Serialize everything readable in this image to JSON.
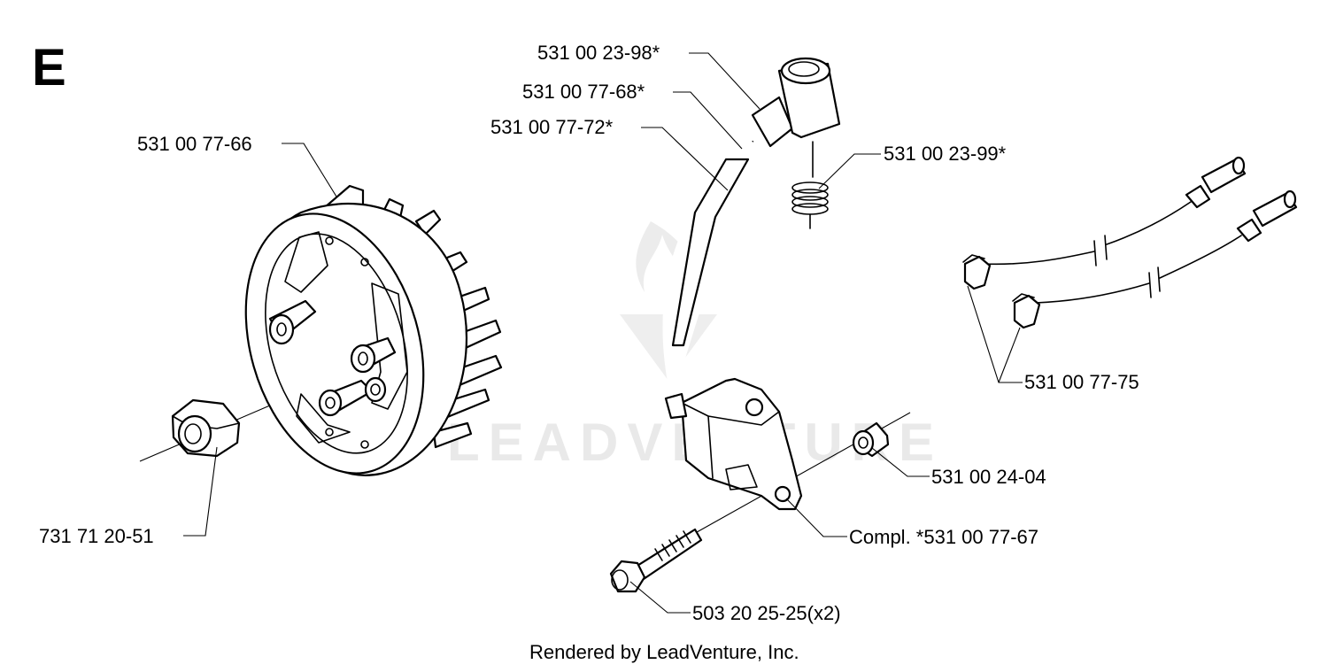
{
  "section_letter": "E",
  "footer": "Rendered by LeadVenture, Inc.",
  "watermark": "LEADVENTURE",
  "callouts": {
    "flywheel": "531 00 77-66",
    "nut": "731 71 20-51",
    "spark_plug_cap": "531 00 23-98*",
    "cap_sleeve": "531 00 77-68*",
    "ignition_cable": "531 00 77-72*",
    "spring": "531 00 23-99*",
    "short_circuit_cables": "531 00 77-75",
    "spacer": "531 00 24-04",
    "ignition_module": "Compl. *531 00 77-67",
    "bolt": "503 20 25-25(x2)"
  }
}
